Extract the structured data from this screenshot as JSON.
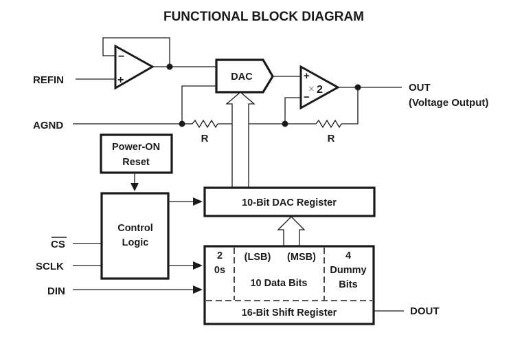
{
  "title": "FUNCTIONAL BLOCK DIAGRAM",
  "pins": {
    "refin": "REFIN",
    "agnd": "AGND",
    "cs": "CS",
    "sclk": "SCLK",
    "din": "DIN",
    "out": "OUT",
    "out_note": "(Voltage Output)",
    "dout": "DOUT"
  },
  "blocks": {
    "dac": "DAC",
    "gain": "2",
    "gain_symbol": "×",
    "resistor_1": "R",
    "resistor_2": "R",
    "power_on_line1": "Power-ON",
    "power_on_line2": "Reset",
    "control_line1": "Control",
    "control_line2": "Logic",
    "dac_register": "10-Bit DAC Register",
    "zeros_line1": "2",
    "zeros_line2": "0s",
    "lsb": "(LSB)",
    "msb": "(MSB)",
    "data_bits": "10 Data Bits",
    "dummy_line1": "4",
    "dummy_line2": "Dummy",
    "dummy_line3": "Bits",
    "shift_register": "16-Bit Shift Register"
  },
  "op_amp_signs": {
    "minus": "−",
    "plus": "+"
  }
}
